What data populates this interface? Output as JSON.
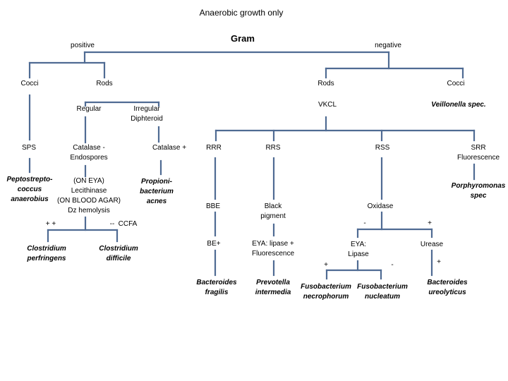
{
  "title": "Anaerobic growth only",
  "root": "Gram",
  "gram_positive": "positive",
  "gram_negative": "negative",
  "pos": {
    "cocci": "Cocci",
    "rods": "Rods",
    "regular": "Regular",
    "irregular": [
      "Irregular",
      "Diphteroid"
    ],
    "sps": "SPS",
    "peptostreptococcus": [
      "Peptostrepto-",
      "coccus",
      "anaerobius"
    ],
    "catalase_neg": [
      "Catalase -",
      "Endospores"
    ],
    "on_eya": [
      "(ON EYA)",
      "Lecithinase",
      "(ON BLOOD AGAR)",
      "Dz hemolysis"
    ],
    "plus_plus": "+ +",
    "minus_minus": "--",
    "ccfa": "CCFA",
    "c_perfringens": [
      "Clostridium",
      "perfringens"
    ],
    "c_difficile": [
      "Clostridium",
      "difficile"
    ],
    "catalase_pos": "Catalase +",
    "propioni": [
      "Propioni-",
      "bacterium",
      "acnes"
    ]
  },
  "neg": {
    "rods": "Rods",
    "cocci": "Cocci",
    "vkcl": "VKCL",
    "veillonella": "Veillonella spec.",
    "rrr": "RRR",
    "rrs": "RRS",
    "rss": "RSS",
    "srr": [
      "SRR",
      "Fluorescence"
    ],
    "bbe": "BBE",
    "be_plus": "BE+",
    "b_fragilis": [
      "Bacteroides",
      "fragilis"
    ],
    "black_pigment": [
      "Black",
      "pigment"
    ],
    "eya_lipase": [
      "EYA: lipase +",
      "Fluorescence"
    ],
    "p_intermedia": [
      "Prevotella",
      "intermedia"
    ],
    "oxidase": "Oxidase",
    "ox_minus": "-",
    "ox_plus": "+",
    "eya_lipase2": [
      "EYA:",
      "Lipase"
    ],
    "lip_plus": "+",
    "lip_minus": "-",
    "f_necrophorum": [
      "Fusobacterium",
      "necrophorum"
    ],
    "f_nucleatum": [
      "Fusobacterium",
      "nucleatum"
    ],
    "urease": "Urease",
    "urease_plus": "+",
    "b_ureolyticus": [
      "Bacteroides",
      "ureolyticus"
    ],
    "porphyromonas": [
      "Porphyromonas",
      "spec"
    ]
  }
}
